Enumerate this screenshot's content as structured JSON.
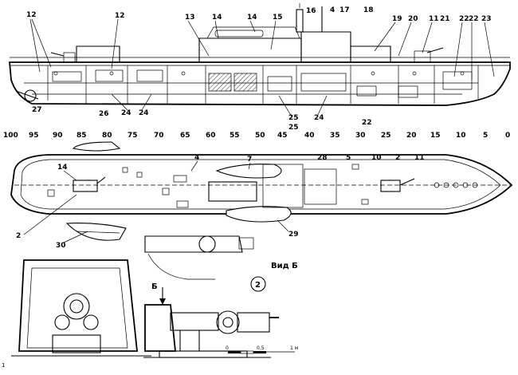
{
  "profile_callouts": [
    "12",
    "12",
    "13",
    "14",
    "14",
    "15",
    "16",
    "4",
    "17",
    "18",
    "19",
    "20",
    "11",
    "21",
    "22",
    "22",
    "23",
    "27",
    "26",
    "24",
    "24",
    "25",
    "25",
    "24",
    "22"
  ],
  "frame_scale": [
    "100",
    "95",
    "90",
    "85",
    "80",
    "75",
    "70",
    "65",
    "60",
    "55",
    "50",
    "45",
    "40",
    "35",
    "30",
    "25",
    "20",
    "15",
    "10",
    "5",
    "0"
  ],
  "plan_callouts": [
    "14",
    "4",
    "7",
    "28",
    "5",
    "10",
    "2",
    "11",
    "2",
    "30",
    "29"
  ],
  "view_label": "Вид Б",
  "circle_number": "2",
  "arrow_letter": "Б",
  "scale_bar": {
    "zero": "0",
    "mid": "0,5",
    "end": "1 м"
  },
  "corner_mark": "1"
}
